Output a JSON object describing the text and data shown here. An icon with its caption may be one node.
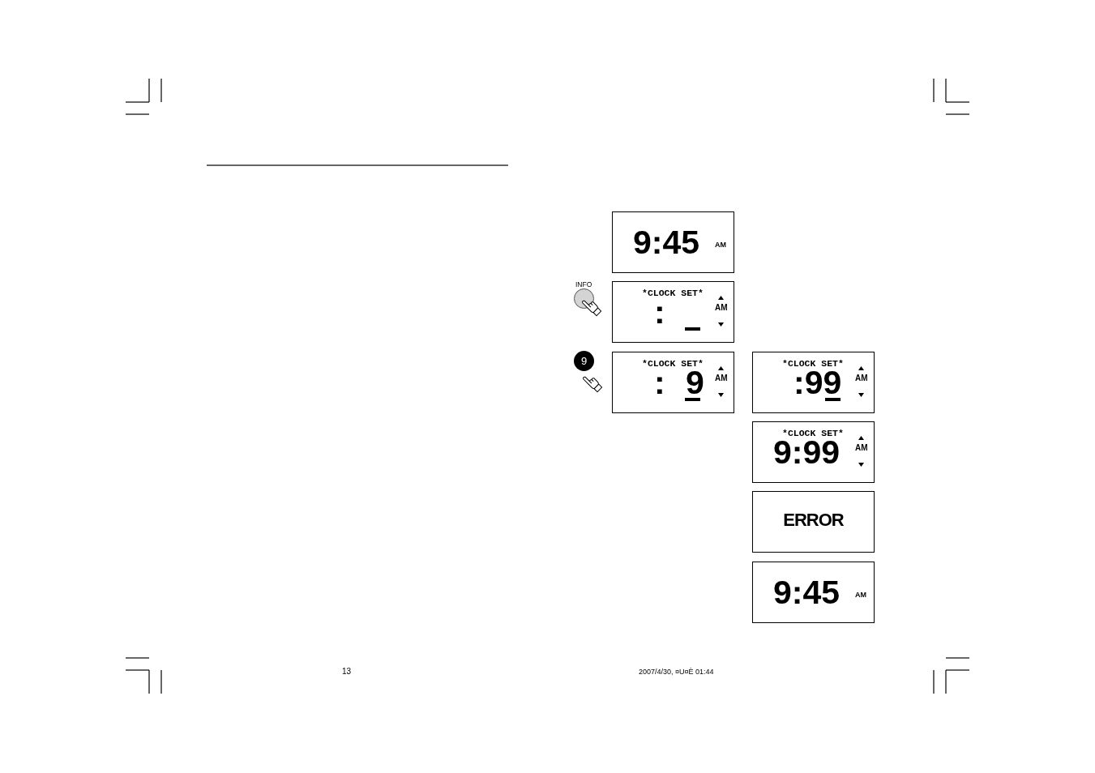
{
  "diagram": {
    "nodes": [
      {
        "text": [
          "9:45",
          "AM"
        ]
      },
      {
        "text": [
          "INFO"
        ]
      },
      {
        "text": [
          "*CLOCK SET*",
          ":",
          "AM"
        ]
      },
      {
        "text": [
          "9"
        ]
      },
      {
        "text": [
          "*CLOCK SET*",
          ": 9",
          "AM"
        ]
      },
      {
        "text": [
          "*CLOCK SET*",
          ":99",
          "AM"
        ]
      },
      {
        "text": [
          "*CLOCK SET*",
          "9:99",
          "AM"
        ]
      },
      {
        "text": [
          "ERROR"
        ]
      },
      {
        "text": [
          "9:45",
          "AM"
        ]
      }
    ],
    "labels": [
      "13",
      "2007/4/30, ¤U¤È 01:44"
    ]
  }
}
